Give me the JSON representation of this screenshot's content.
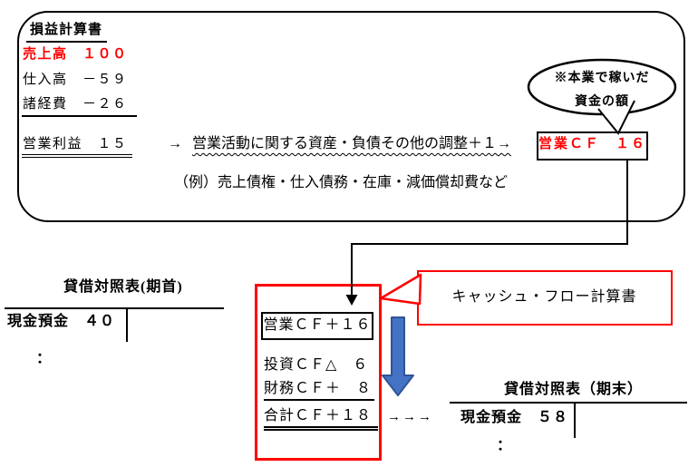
{
  "colors": {
    "accent_red": "#ff0000",
    "arrow_blue": "#4472C4",
    "arrow_blue_dark": "#2F5496",
    "ink": "#000000"
  },
  "income_statement": {
    "title": "損益計算書",
    "sales": "売上高　１００",
    "purchases": "仕入高　－５９",
    "expenses": "諸経費　－２６",
    "operating_profit": "営業利益　１５",
    "flow_arrow": "→",
    "adjustment": "営業活動に関する資産・負債その他の調整＋１→",
    "example": "（例）売上債権・仕入債務・在庫・減価償却費など",
    "operating_cf_result": "営業ＣＦ　１６"
  },
  "bubble": {
    "line1": "※本業で稼いだ",
    "line2": "資金の額"
  },
  "cash_flow_statement": {
    "callout_label": "キャッシュ・フロー計算書",
    "operating": "営業ＣＦ＋１６",
    "investing": "投資ＣＦ△　６",
    "financing": "財務ＣＦ＋　８",
    "total": "合計ＣＦ＋１８",
    "flow_arrows": "→→→"
  },
  "balance_sheet_opening": {
    "title": "貸借対照表(期首)",
    "cash": "現金預金　４０",
    "continuation": "："
  },
  "balance_sheet_closing": {
    "title": "貸借対照表（期末）",
    "cash": "現金預金　５８",
    "continuation": "："
  }
}
